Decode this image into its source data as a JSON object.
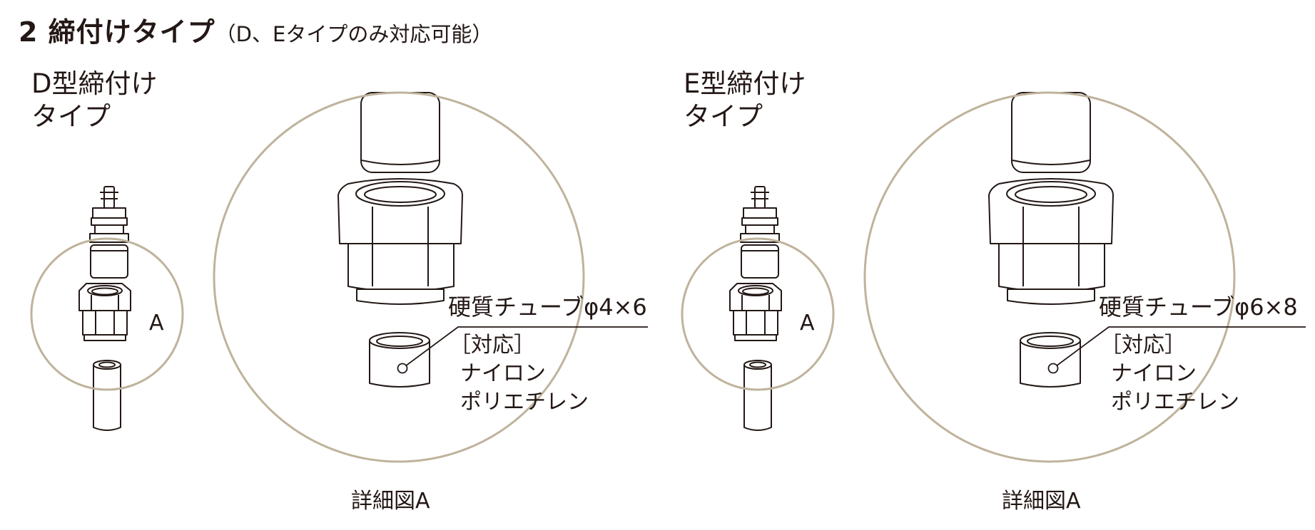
{
  "heading": {
    "main": "2 締付けタイプ",
    "sub": "（D、Eタイプのみ対応可能）"
  },
  "panels": [
    {
      "title_line1": "D型締付け",
      "title_line2": "タイプ",
      "callout_mark": "A",
      "tube_spec": "硬質チューブφ4×6",
      "materials_header": "［対応］",
      "material_1": "ナイロン",
      "material_2": "ポリエチレン",
      "detail_caption": "詳細図A"
    },
    {
      "title_line1": "E型締付け",
      "title_line2": "タイプ",
      "callout_mark": "A",
      "tube_spec": "硬質チューブφ6×8",
      "materials_header": "［対応］",
      "material_1": "ナイロン",
      "material_2": "ポリエチレン",
      "detail_caption": "詳細図A"
    }
  ],
  "colors": {
    "ink": "#231815",
    "circle": "#bfb39c",
    "part_fill": "#ffffff"
  }
}
